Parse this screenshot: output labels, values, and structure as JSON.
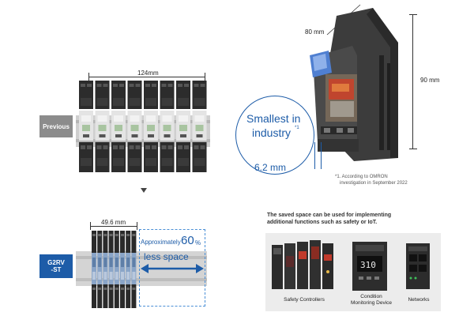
{
  "left": {
    "previous_label": "Previous",
    "previous_width": "124mm",
    "g2rv_label_line1": "G2RV",
    "g2rv_label_line2": "-ST",
    "g2rv_width": "49.6 mm",
    "approximately": "Approximately",
    "sixty": "60",
    "percent": "%",
    "less_space": "less space"
  },
  "right": {
    "depth": "80 mm",
    "height": "90 mm",
    "smallest_line1": "Smallest in",
    "smallest_line2": "industry",
    "footnote_marker": "*1",
    "width": "6.2 mm",
    "footnote_line1": "*1. According to OMRON",
    "footnote_line2": "investigation in September 2022",
    "saved_space_line1": "The saved space can be used for implementing",
    "saved_space_line2": "additional functions such as safety or IoT.",
    "products": [
      {
        "label_line1": "Safety Controllers",
        "label_line2": ""
      },
      {
        "label_line1": "Condition",
        "label_line2": "Monitoring Device"
      },
      {
        "label_line1": "Networks",
        "label_line2": ""
      }
    ]
  },
  "colors": {
    "accent_blue": "#1d5ca8",
    "previous_grey": "#8c8c8c"
  }
}
